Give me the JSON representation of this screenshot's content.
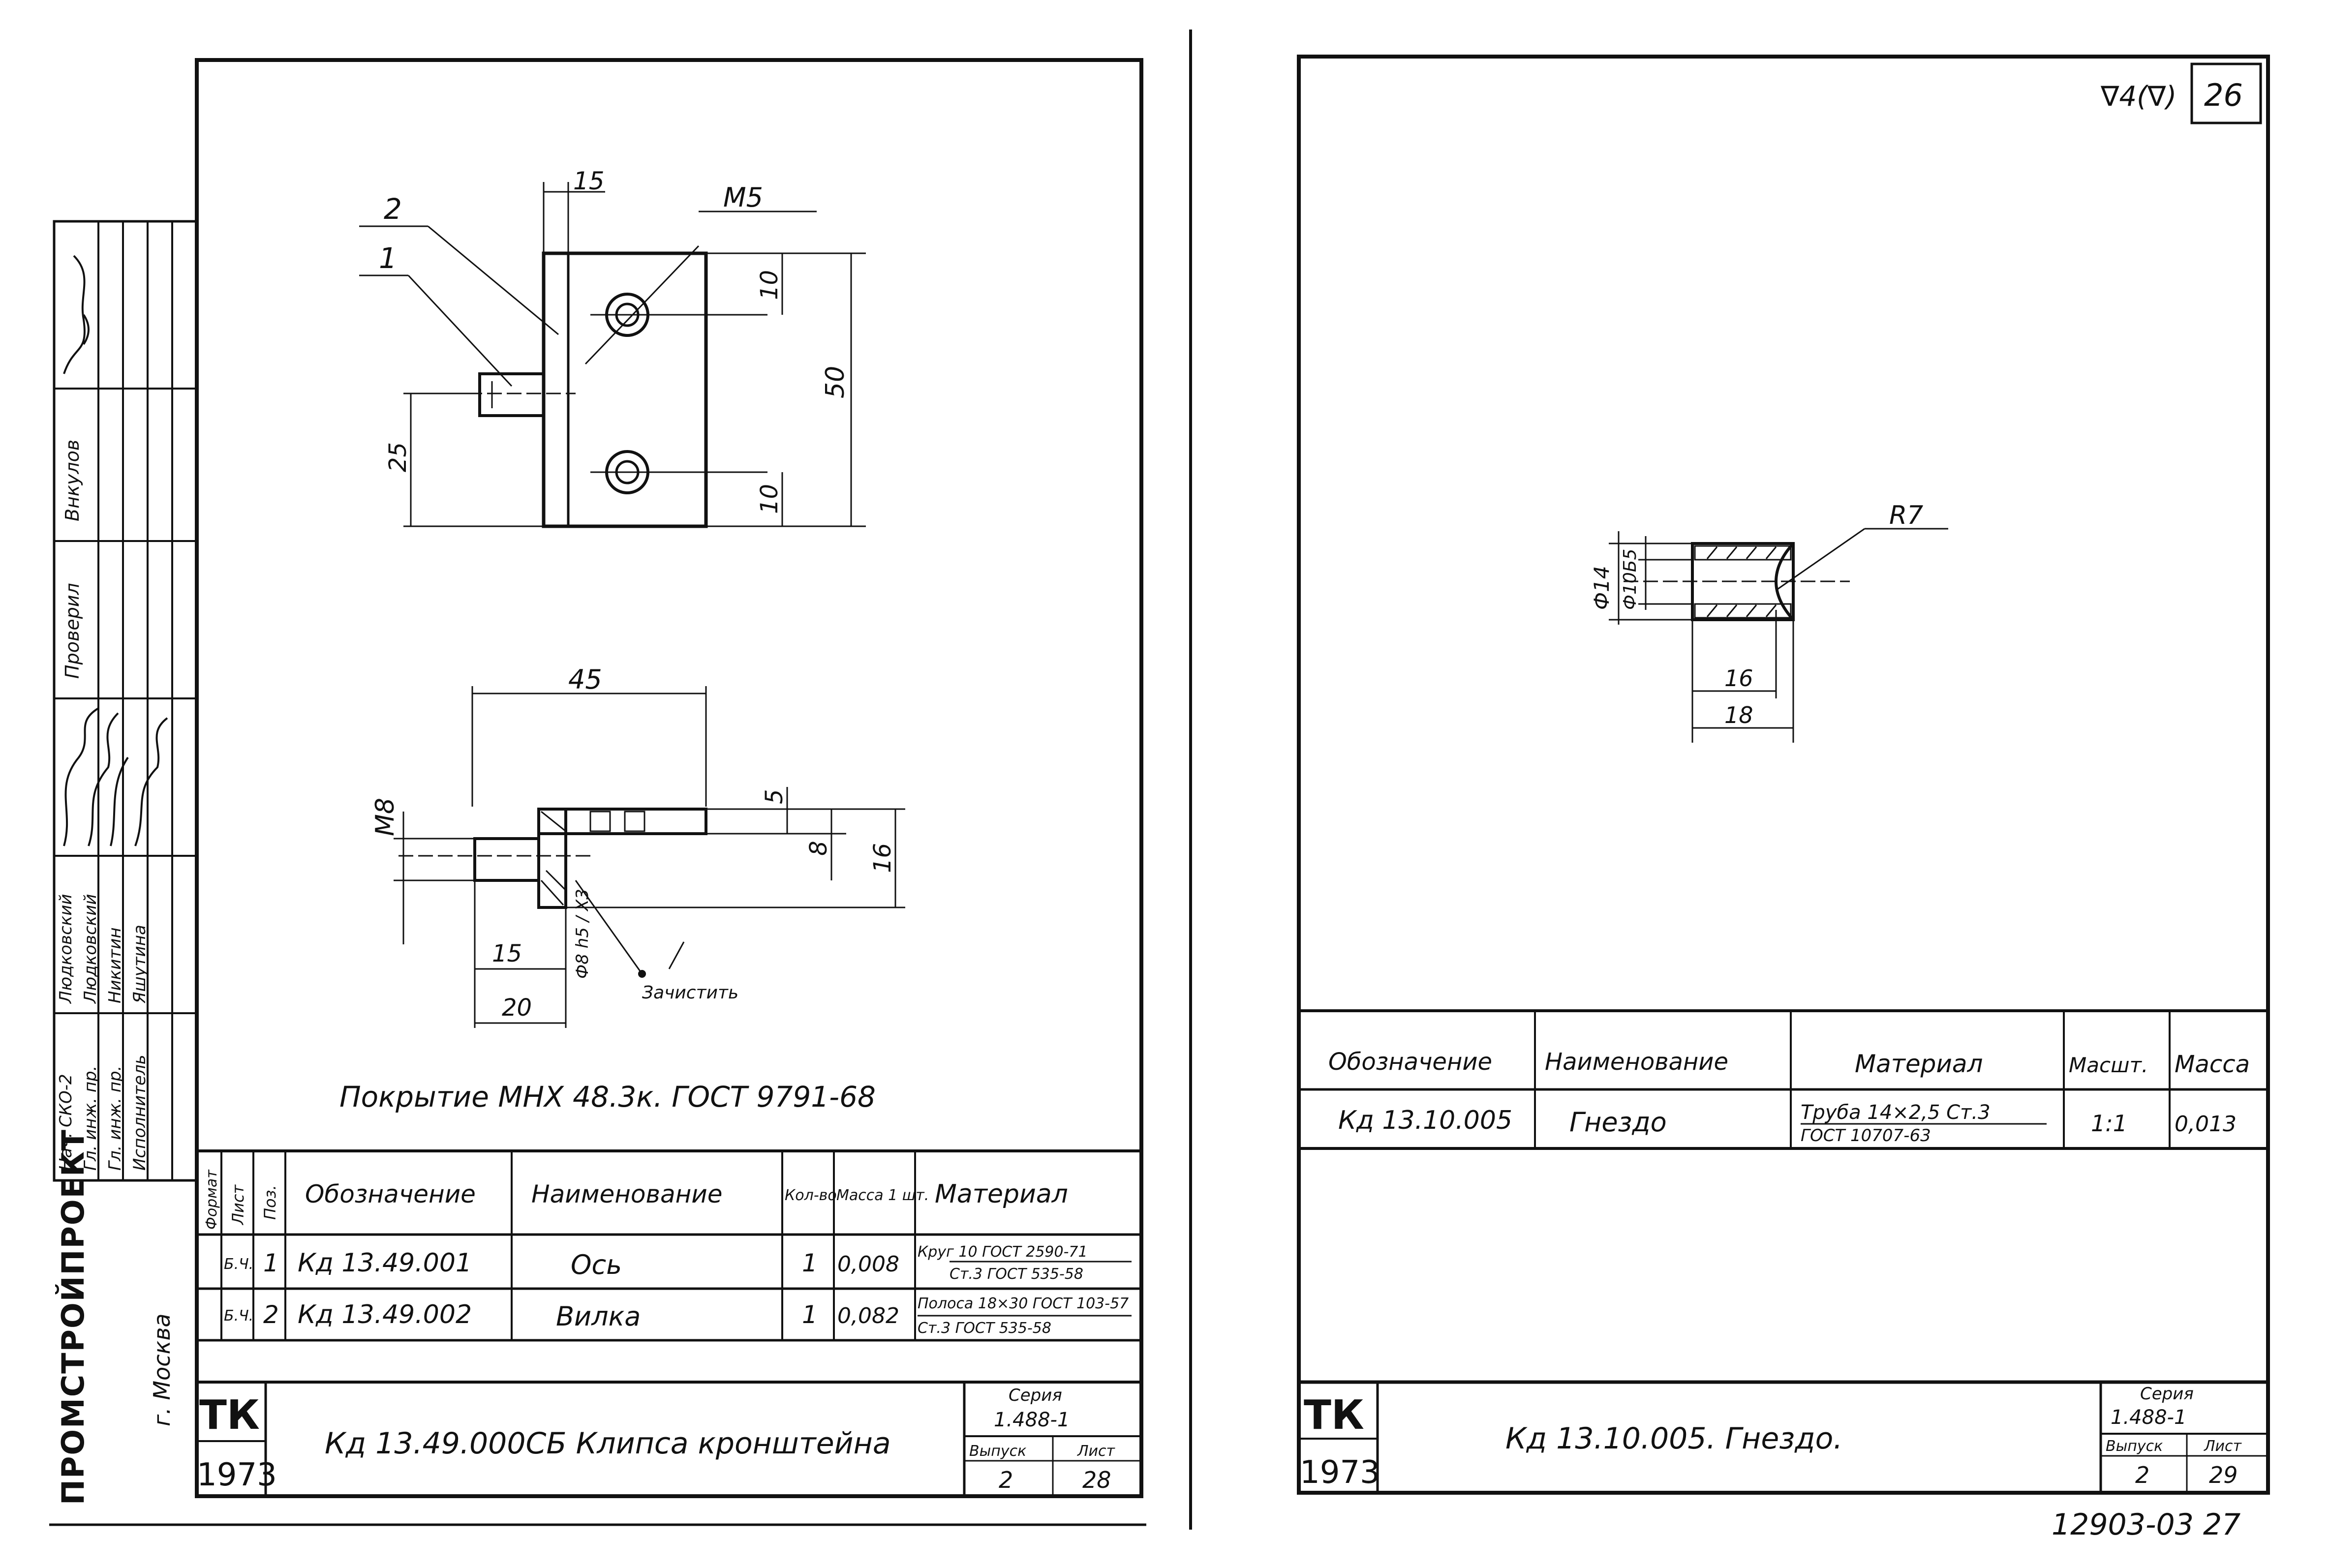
{
  "left_sheet": {
    "part1_leader": "1",
    "part2_leader": "2",
    "dim_top_15": "15",
    "dim_m5": "M5",
    "dim_10_top": "10",
    "dim_50": "50",
    "dim_25": "25",
    "dim_10_bottom": "10",
    "dim_45": "45",
    "dim_m8": "M8",
    "dim_5": "5",
    "dim_8": "8",
    "dim_16": "16",
    "dim_15_lower": "15",
    "dim_20": "20",
    "dim_phi": "Ф8 h5 / X3",
    "finish_note": "Зачистить",
    "coating_note": "Покрытие МНХ 48.3к. ГОСТ 9791-68",
    "approval": {
      "rows": [
        {
          "role": "Нач. СКО-2",
          "name": "Людковский"
        },
        {
          "role": "Гл. инж. пр.",
          "name": "Людковский"
        },
        {
          "role": "Гл. инж. пр.",
          "name": "Никитин"
        },
        {
          "role": "Исполнитель",
          "name": "Яшутина"
        }
      ],
      "checked_role": "Проверил",
      "checked_name": "Внкулов"
    },
    "org_name": "ПРОМСТРОЙПРОЕКТ",
    "org_city": "г. Москва",
    "spec_headers": {
      "format": "Формат",
      "sheet": "Лист",
      "pos": "Поз.",
      "designation": "Обозначение",
      "name": "Наименование",
      "qty": "Кол-во",
      "mass": "Масса 1 шт.",
      "material": "Материал"
    },
    "spec_rows": [
      {
        "sheet": "Б.Ч.",
        "pos": "1",
        "designation": "Кд 13.49.001",
        "name": "Ось",
        "qty": "1",
        "mass": "0,008",
        "material_a": "Круг 10 ГОСТ 2590-71",
        "material_b": "Ст.3 ГОСТ 535-58"
      },
      {
        "sheet": "Б.Ч.",
        "pos": "2",
        "designation": "Кд 13.49.002",
        "name": "Вилка",
        "qty": "1",
        "mass": "0,082",
        "material_a": "Полоса 18×30 ГОСТ 103-57",
        "material_b": "Ст.3 ГОСТ 535-58"
      }
    ],
    "stamp": {
      "tk": "ТК",
      "year": "1973",
      "title": "Кд 13.49.000СБ Клипса кронштейна",
      "series_label": "Серия",
      "series": "1.488-1",
      "issue_label": "Выпуск",
      "issue": "2",
      "sheet_label": "Лист",
      "sheet": "28"
    }
  },
  "right_sheet": {
    "roughness": "∇4(∇)",
    "top_number": "26",
    "dim_r7": "R7",
    "dim_phi14": "Ф14",
    "dim_phi10": "Ф10Б5",
    "dim_16": "16",
    "dim_18": "18",
    "table_headers": {
      "designation": "Обозначение",
      "name": "Наименование",
      "material": "Материал",
      "scale": "Масшт.",
      "mass": "Масса"
    },
    "table_row": {
      "designation": "Кд 13.10.005",
      "name": "Гнездо",
      "material_a": "Труба 14×2,5 Ст.3",
      "material_b": "ГОСТ 10707-63",
      "scale": "1:1",
      "mass": "0,013"
    },
    "stamp": {
      "tk": "ТК",
      "year": "1973",
      "title": "Кд 13.10.005. Гнездо.",
      "series_label": "Серия",
      "series": "1.488-1",
      "issue_label": "Выпуск",
      "issue": "2",
      "sheet_label": "Лист",
      "sheet": "29"
    }
  },
  "footer_number": "12903-03 27"
}
